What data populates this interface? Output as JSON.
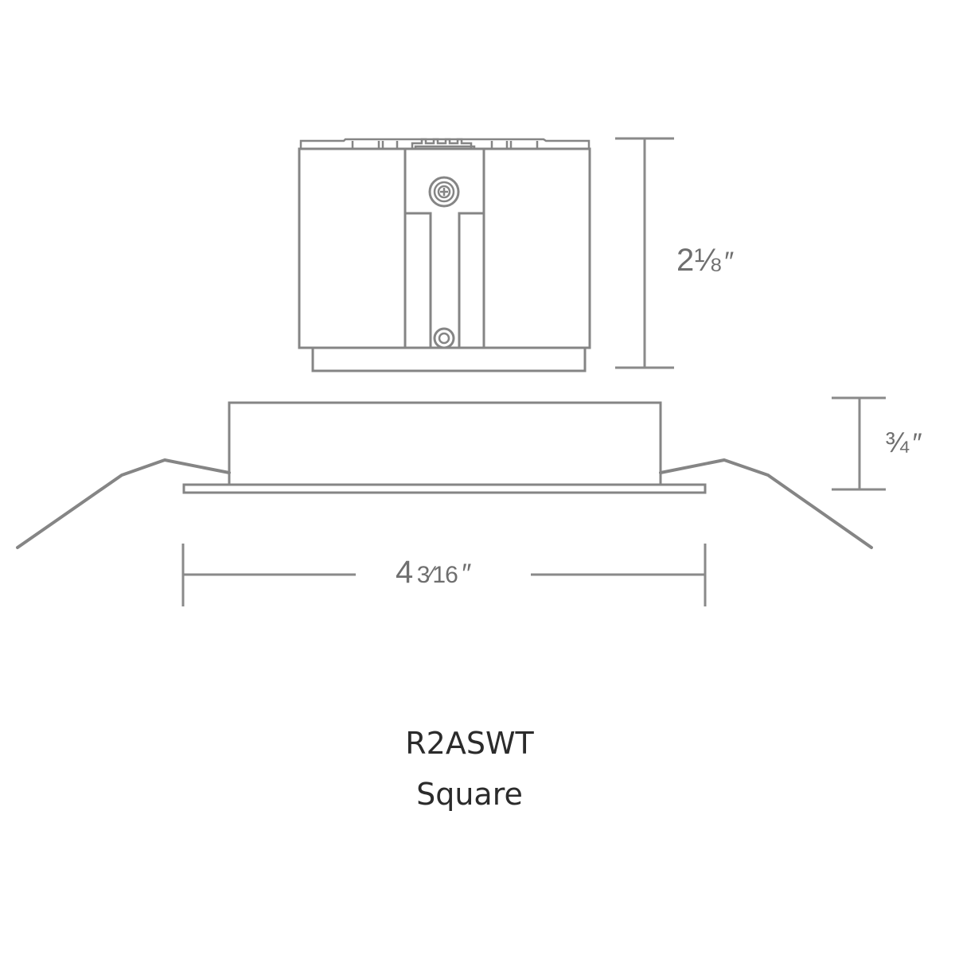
{
  "diagram": {
    "type": "dimensional line drawing (side elevation)",
    "stroke_color": "#858585",
    "text_color": "#6f6f6f",
    "caption_color": "#2b2b2b",
    "background": "#ffffff"
  },
  "dimensions": {
    "housing_height": {
      "whole": "2",
      "fraction": "⅛",
      "unit": "″",
      "text": "2⅛″"
    },
    "trim_height": {
      "whole": "",
      "fraction": "¾",
      "unit": "″",
      "text": "¾″"
    },
    "trim_width": {
      "whole": "4",
      "fraction": "3⁄16",
      "unit": "″",
      "text": "4 3⁄16″"
    }
  },
  "components": {
    "housing": {
      "label": "LED housing with center mounting bracket, screw and rivet"
    },
    "trim": {
      "label": "Square trim flange"
    },
    "ceiling": {
      "label": "Ceiling cut-out profile"
    }
  },
  "caption": {
    "model_code": "R2ASWT",
    "shape": "Square"
  }
}
